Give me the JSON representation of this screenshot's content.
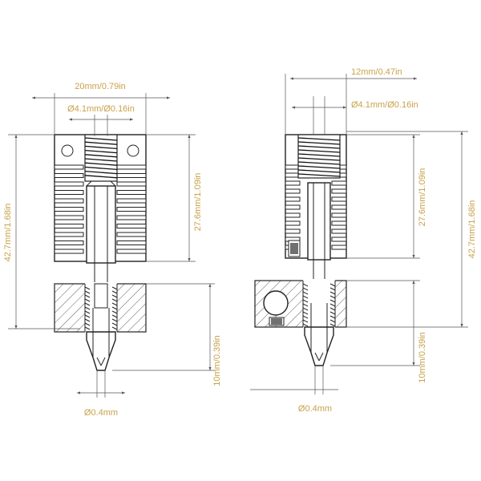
{
  "colors": {
    "label": "#c8a24a",
    "line": "#222222"
  },
  "left_view": {
    "width_dim": "20mm/0.79in",
    "bore_dim": "Ø4.1mm/Ø0.16in",
    "heatsink_height_dim": "27.6mm/1.09in",
    "overall_height_dim": "42.7mm/1.68in",
    "nozzle_length_dim": "10mm/0.39in",
    "nozzle_dim": "Ø0.4mm"
  },
  "right_view": {
    "width_dim": "12mm/0.47in",
    "bore_dim": "Ø4.1mm/Ø0.16in",
    "heatsink_height_dim": "27.6mm/1.09in",
    "overall_height_dim": "42.7mm/1.68in",
    "nozzle_length_dim": "10mm/0.39in",
    "nozzle_dim": "Ø0.4mm"
  }
}
